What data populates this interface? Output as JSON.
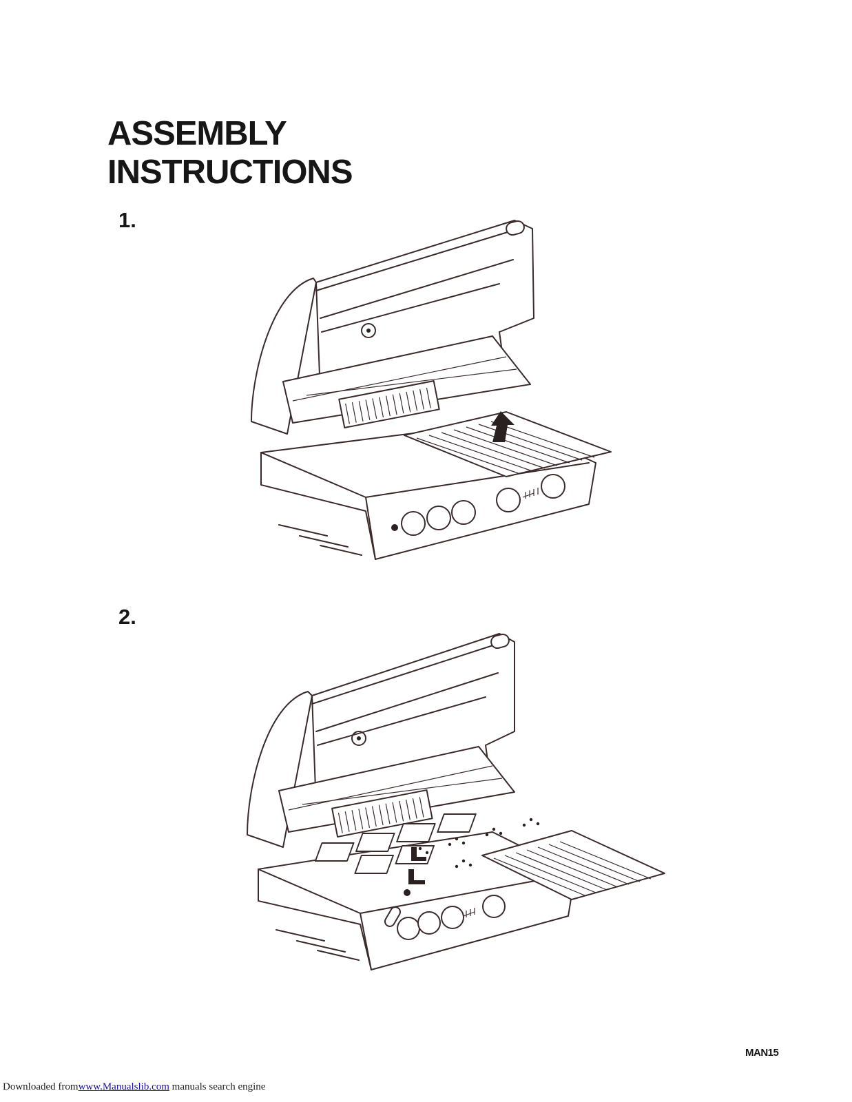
{
  "heading": {
    "line1": "ASSEMBLY",
    "line2": "INSTRUCTIONS"
  },
  "steps": [
    {
      "number": "1."
    },
    {
      "number": "2."
    }
  ],
  "doc_code": "MAN15",
  "footer": {
    "prefix": "Downloaded from",
    "link_text": "www.Manualslib.com",
    "suffix": " manuals search engine"
  }
}
